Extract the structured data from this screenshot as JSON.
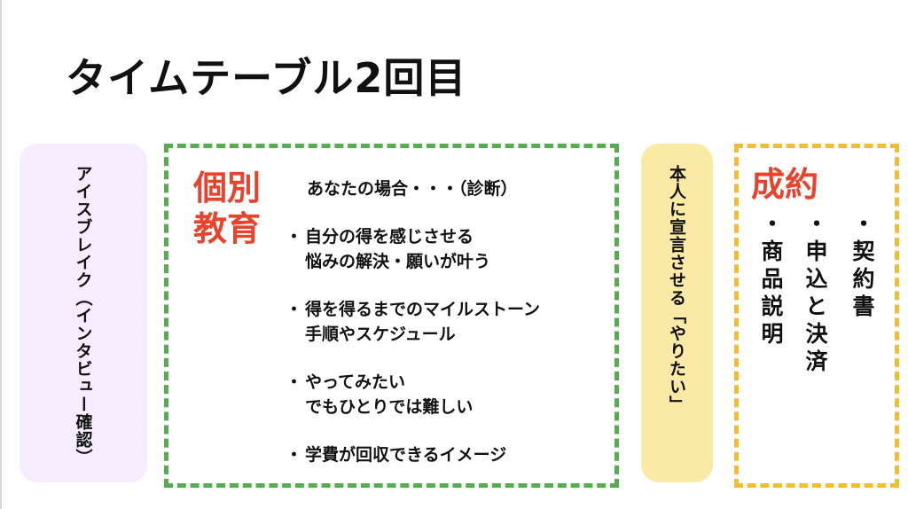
{
  "slide": {
    "title": "タイムテーブル2回目"
  },
  "icebreak": {
    "text": "アイスブレイク（インタビュー確認）"
  },
  "education": {
    "heading": "個別教育",
    "diagnosis": "あなたの場合・・・（診断）",
    "items": [
      {
        "bullet": "・",
        "line1": "自分の得を感じさせる",
        "line2": "悩みの解決・願いが叶う"
      },
      {
        "bullet": "・",
        "line1": "得を得るまでのマイルストーン",
        "line2": "手順やスケジュール"
      },
      {
        "bullet": "・",
        "line1": "やってみたい",
        "line2": "でもひとりでは難しい"
      },
      {
        "bullet": "・",
        "line1": "学費が回収できるイメージ",
        "line2": ""
      }
    ]
  },
  "declare": {
    "text": "本人に宣言させる「やりたい」"
  },
  "contract": {
    "heading": "成約",
    "items": [
      "・契約書",
      "・申込と決済",
      "・商品説明"
    ]
  },
  "colors": {
    "accent_red": "#e8432c",
    "education_border": "#55ad4f",
    "contract_border": "#f0bd37",
    "icebreak_bg": "#f6ecfd",
    "declare_bg": "#fbe9a6"
  }
}
